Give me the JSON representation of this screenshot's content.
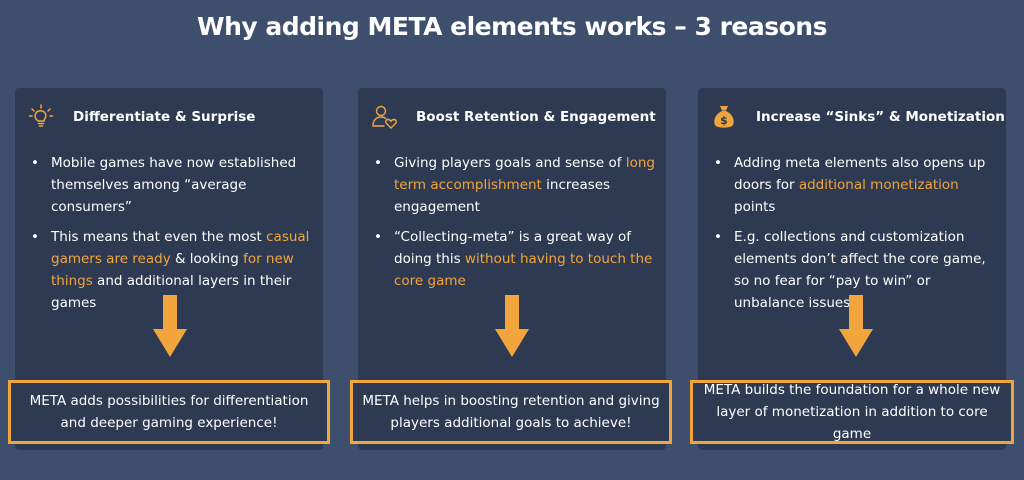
{
  "title": "Why adding META elements works – 3 reasons",
  "colors": {
    "background": "#3e4f6e",
    "card": "#2d3a52",
    "accent": "#f3a53d",
    "text": "#ffffff"
  },
  "cards": [
    {
      "icon": "lightbulb-icon",
      "heading": "Differentiate & Surprise",
      "bullets": [
        [
          {
            "t": "Mobile games have now established themselves among “average consumers”",
            "h": false
          }
        ],
        [
          {
            "t": "This means that even the most ",
            "h": false
          },
          {
            "t": "casual gamers are ready",
            "h": true
          },
          {
            "t": " & looking ",
            "h": false
          },
          {
            "t": "for new things",
            "h": true
          },
          {
            "t": " and additional layers in their games",
            "h": false
          }
        ]
      ],
      "result": "META adds possibilities for differentiation and deeper gaming experience!"
    },
    {
      "icon": "person-heart-icon",
      "heading": "Boost Retention & Engagement",
      "bullets": [
        [
          {
            "t": "Giving players goals and sense of ",
            "h": false
          },
          {
            "t": "long term accomplishment",
            "h": true
          },
          {
            "t": " increases engagement",
            "h": false
          }
        ],
        [
          {
            "t": "“Collecting-meta” is a great way of doing this ",
            "h": false
          },
          {
            "t": "without having to touch the core game",
            "h": true
          }
        ]
      ],
      "result": "META helps in boosting retention and giving players additional goals to achieve!"
    },
    {
      "icon": "money-bag-icon",
      "heading": "Increase “Sinks” & Monetization",
      "bullets": [
        [
          {
            "t": "Adding meta elements also opens up doors for ",
            "h": false
          },
          {
            "t": "additional monetization",
            "h": true
          },
          {
            "t": " points",
            "h": false
          }
        ],
        [
          {
            "t": "E.g. collections and customization elements don’t affect the core game, so no fear for “pay to win” or unbalance issues",
            "h": false
          }
        ]
      ],
      "result": "META builds the foundation for a whole new layer of monetization in addition to core game"
    }
  ]
}
